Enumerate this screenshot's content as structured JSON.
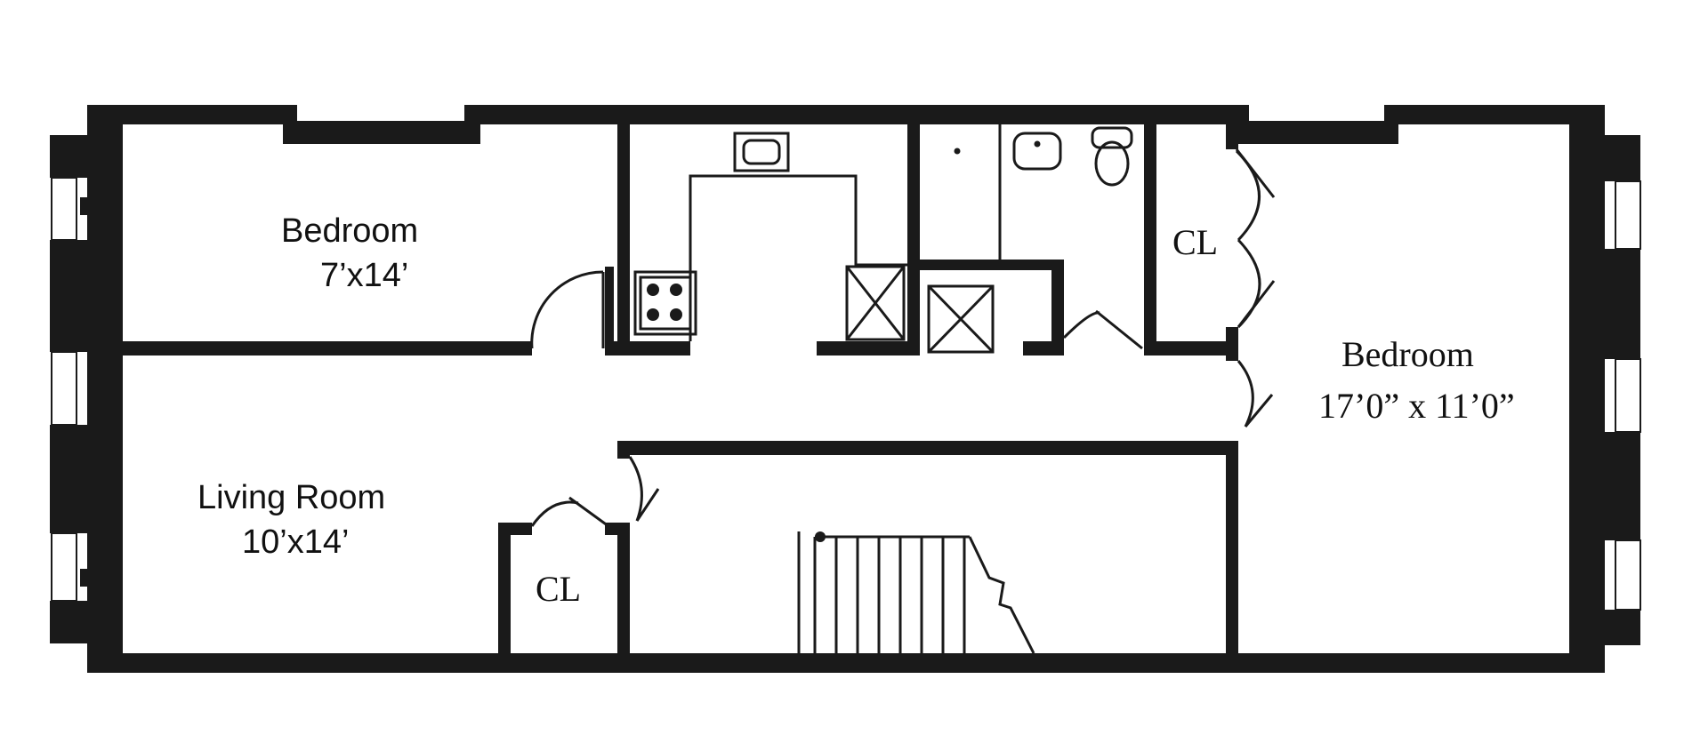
{
  "rooms": {
    "bedroom_small": {
      "name": "Bedroom",
      "size": "7’x14’"
    },
    "living_room": {
      "name": "Living Room",
      "size": "10’x14’"
    },
    "bedroom_large": {
      "name": "Bedroom",
      "size": "17’0” x 11’0”"
    },
    "closet_right": {
      "name": "CL"
    },
    "closet_left": {
      "name": "CL"
    }
  },
  "colors": {
    "wall": "#1a1a1a",
    "background": "#ffffff"
  }
}
